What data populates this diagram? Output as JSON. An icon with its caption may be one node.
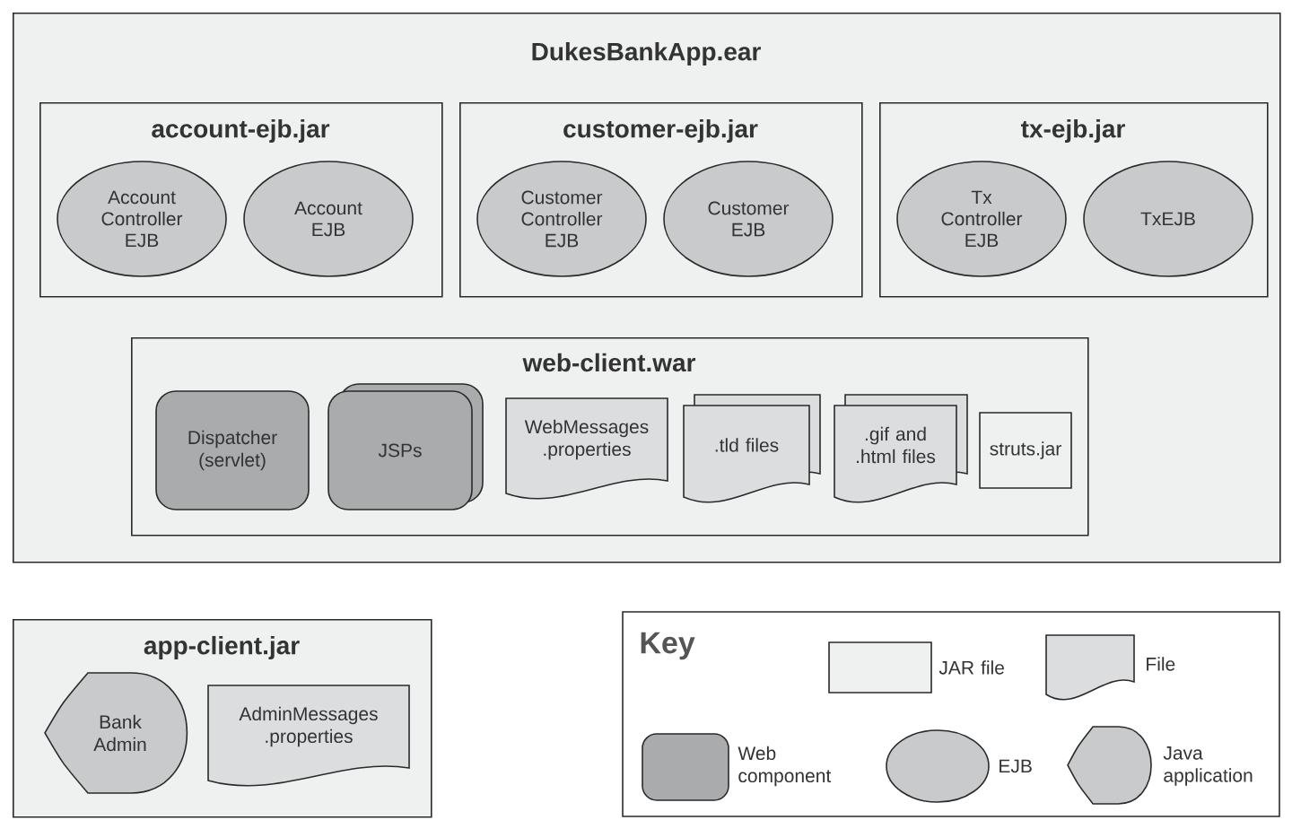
{
  "diagram": {
    "nodes": [
      {
        "text": [
          "DukesBankApp.ear"
        ]
      },
      {
        "text": [
          "account-ejb.jar"
        ],
        "in": 0
      },
      {
        "text": [
          "Account Controller EJB"
        ],
        "in": 1
      },
      {
        "text": [
          "Account EJB"
        ],
        "in": 1
      },
      {
        "text": [
          "customer-ejb.jar"
        ],
        "in": 0
      },
      {
        "text": [
          "Customer Controller EJB"
        ],
        "in": 4
      },
      {
        "text": [
          "Customer EJB"
        ],
        "in": 4
      },
      {
        "text": [
          "tx-ejb.jar"
        ],
        "in": 0
      },
      {
        "text": [
          "Tx Controller EJB"
        ],
        "in": 7
      },
      {
        "text": [
          "TxEJB"
        ],
        "in": 7
      },
      {
        "text": [
          "web-client.war"
        ],
        "in": 0
      },
      {
        "text": [
          "Dispatcher (servlet)"
        ],
        "in": 10
      },
      {
        "text": [
          "JSPs"
        ],
        "in": 10
      },
      {
        "text": [
          "WebMessages .properties"
        ],
        "in": 10
      },
      {
        "text": [
          ".tld files"
        ],
        "in": 10
      },
      {
        "text": [
          ".gif and .html files"
        ],
        "in": 10
      },
      {
        "text": [
          "struts.jar"
        ],
        "in": 10
      },
      {
        "text": [
          "app-client.jar"
        ]
      },
      {
        "text": [
          "Bank Admin"
        ],
        "in": 17
      },
      {
        "text": [
          "AdminMessages .properties"
        ],
        "in": 17
      }
    ],
    "labels": [
      "Key"
    ],
    "legend": [
      {
        "text": "JAR file"
      },
      {
        "text": "File"
      },
      {
        "text": "Web component"
      },
      {
        "text": "EJB"
      },
      {
        "text": "Java application"
      }
    ]
  }
}
